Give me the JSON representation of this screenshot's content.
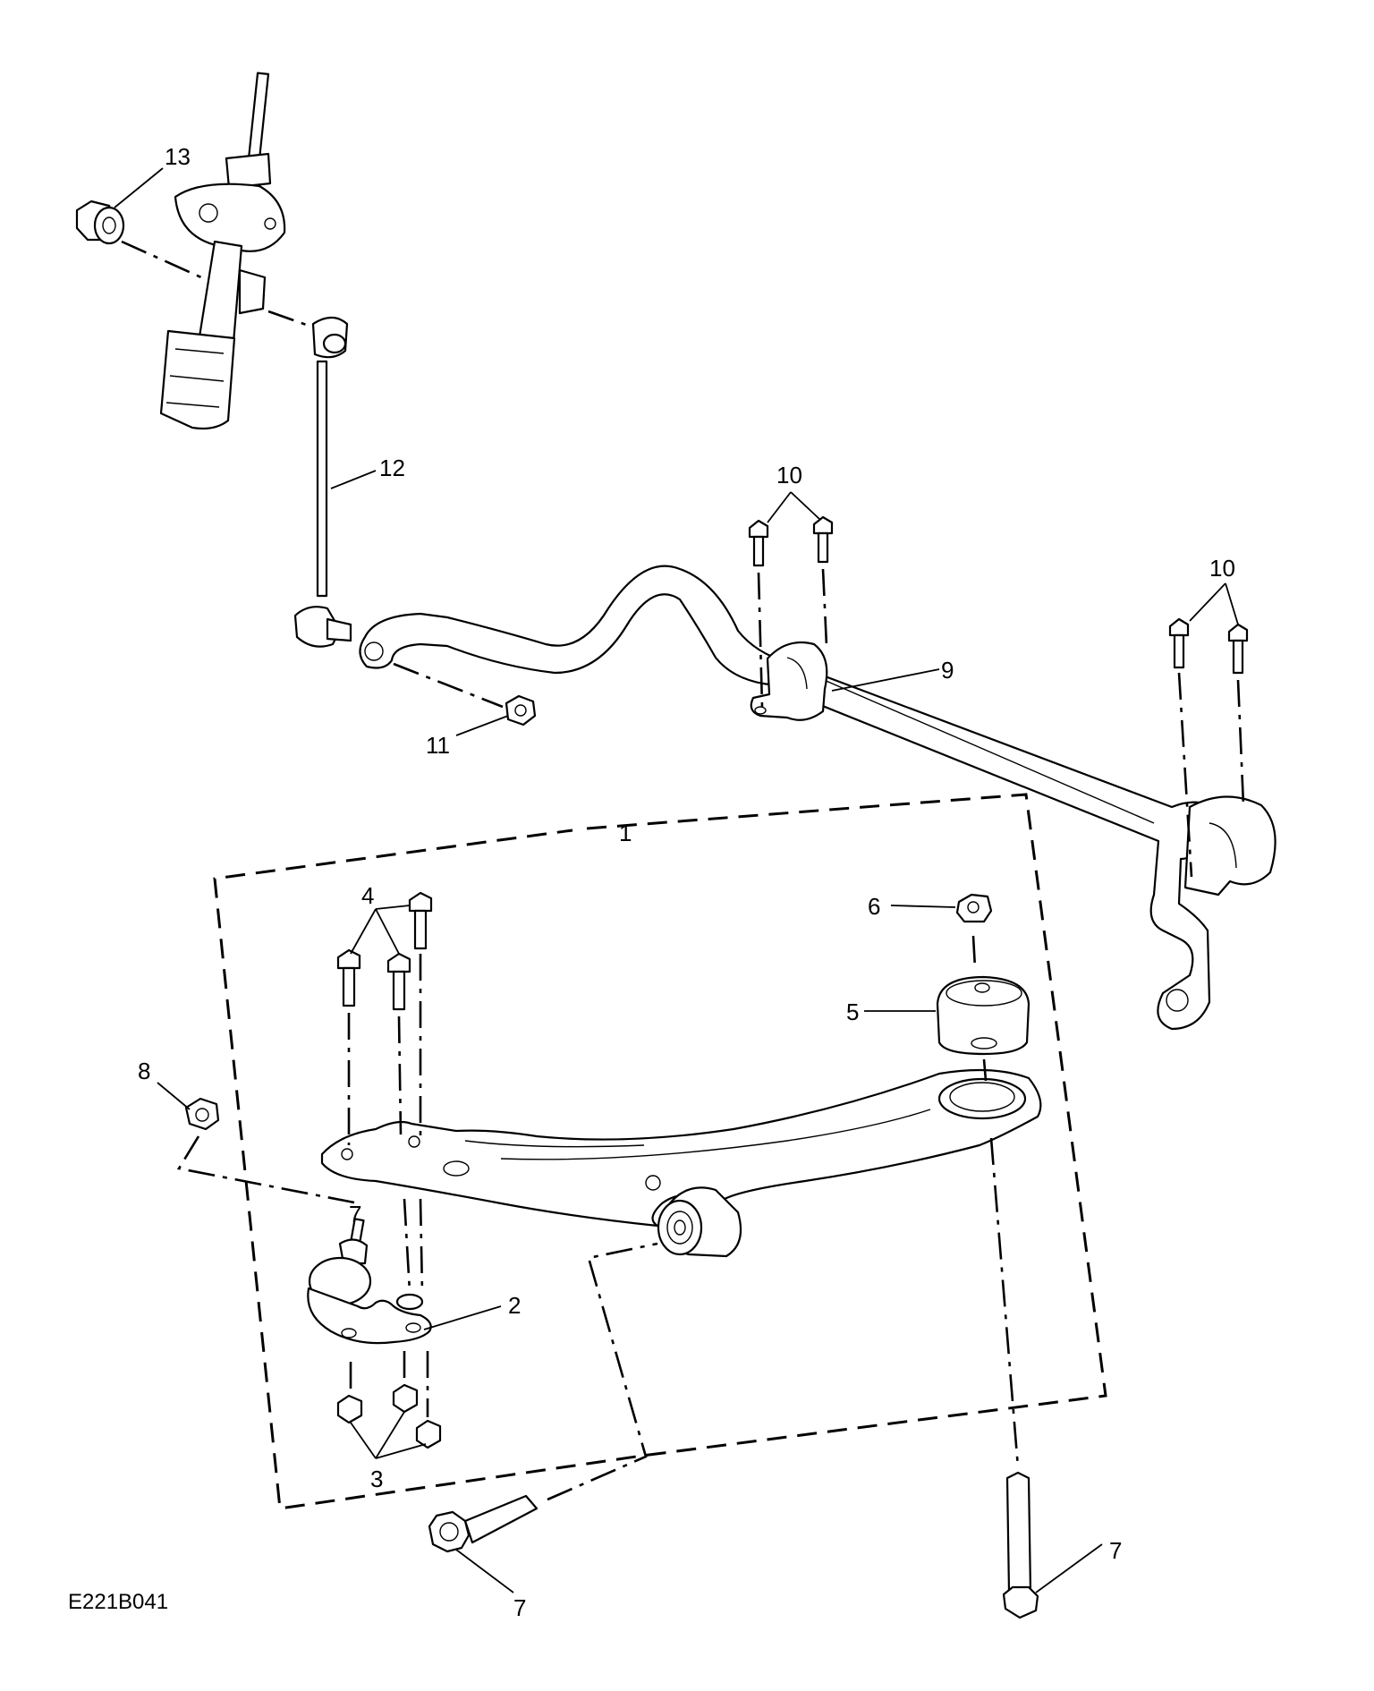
{
  "diagram_code": "E221B041",
  "callouts": [
    {
      "id": "c1",
      "text": "1"
    },
    {
      "id": "c2",
      "text": "2"
    },
    {
      "id": "c3",
      "text": "3"
    },
    {
      "id": "c4",
      "text": "4"
    },
    {
      "id": "c5",
      "text": "5"
    },
    {
      "id": "c6",
      "text": "6"
    },
    {
      "id": "c7a",
      "text": "7"
    },
    {
      "id": "c7b",
      "text": "7"
    },
    {
      "id": "c7c",
      "text": "7"
    },
    {
      "id": "c8",
      "text": "8"
    },
    {
      "id": "c9",
      "text": "9"
    },
    {
      "id": "c10a",
      "text": "10"
    },
    {
      "id": "c10b",
      "text": "10"
    },
    {
      "id": "c11",
      "text": "11"
    },
    {
      "id": "c12",
      "text": "12"
    },
    {
      "id": "c13",
      "text": "13"
    }
  ],
  "colors": {
    "line": "#000000",
    "background": "#ffffff"
  }
}
